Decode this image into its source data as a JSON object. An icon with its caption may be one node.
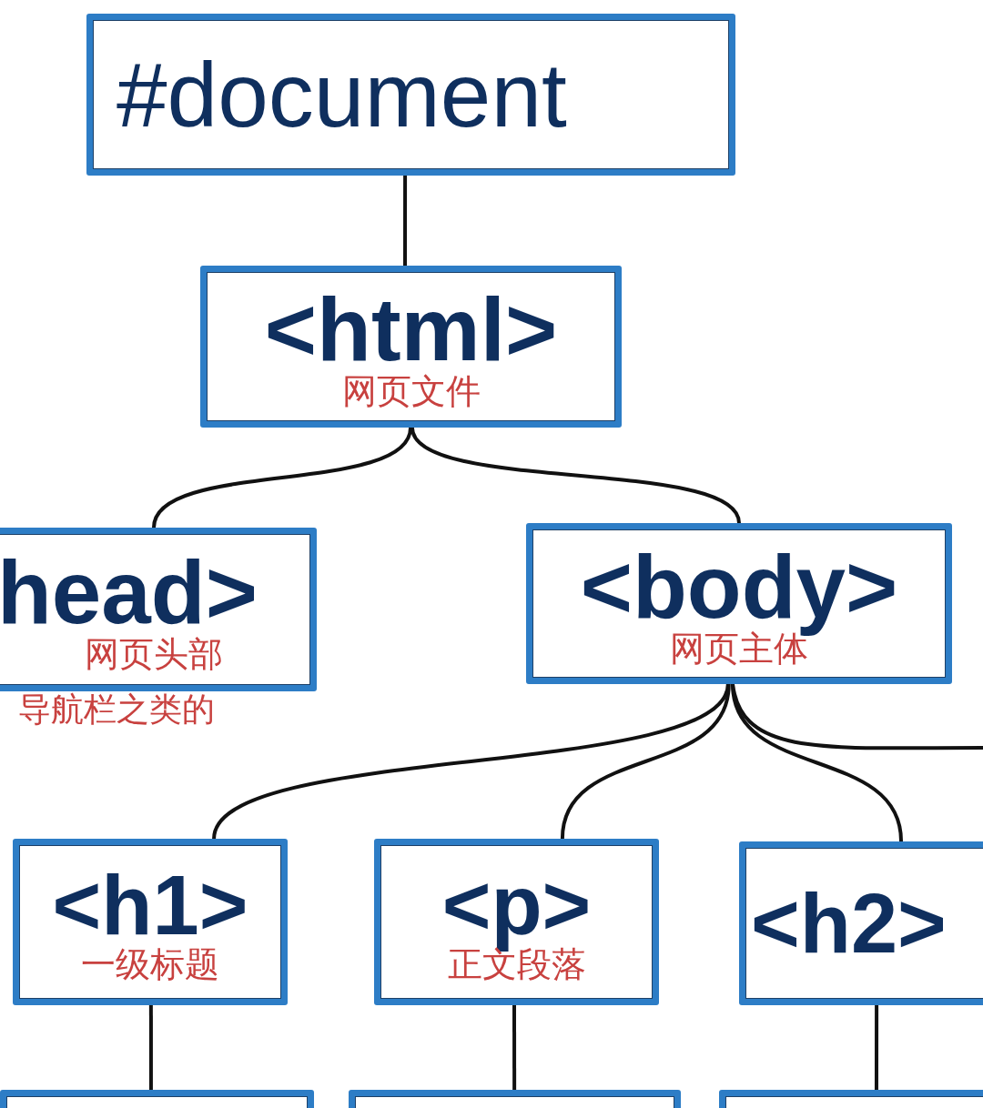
{
  "diagram": {
    "nodes": [
      {
        "text": [
          "#document"
        ]
      },
      {
        "text": [
          "<html>",
          "网页文件"
        ]
      },
      {
        "text": [
          "head>",
          "网页头部"
        ],
        "beside": [
          "导航栏之类的"
        ]
      },
      {
        "text": [
          "<body>",
          "网页主体"
        ]
      },
      {
        "text": [
          "<h1>",
          "一级标题"
        ]
      },
      {
        "text": [
          "<p>",
          "正文段落"
        ]
      },
      {
        "text": [
          "<h2>"
        ]
      },
      {
        "text": [],
        "shape": "box"
      },
      {
        "text": [],
        "shape": "box"
      },
      {
        "text": [],
        "shape": "box"
      }
    ],
    "edges": [
      {
        "from": 0,
        "to": 1,
        "arrow": "none"
      },
      {
        "from": 1,
        "to": 2,
        "arrow": "none"
      },
      {
        "from": 1,
        "to": 3,
        "arrow": "none"
      },
      {
        "from": 3,
        "to": 4,
        "arrow": "none"
      },
      {
        "from": 3,
        "to": 5,
        "arrow": "none"
      },
      {
        "from": 3,
        "to": 6,
        "arrow": "none"
      },
      {
        "from": 3,
        "to": null,
        "arrow": "none"
      },
      {
        "from": 4,
        "to": 7,
        "arrow": "none"
      },
      {
        "from": 5,
        "to": 8,
        "arrow": "none"
      },
      {
        "from": 6,
        "to": 9,
        "arrow": "none"
      }
    ]
  }
}
